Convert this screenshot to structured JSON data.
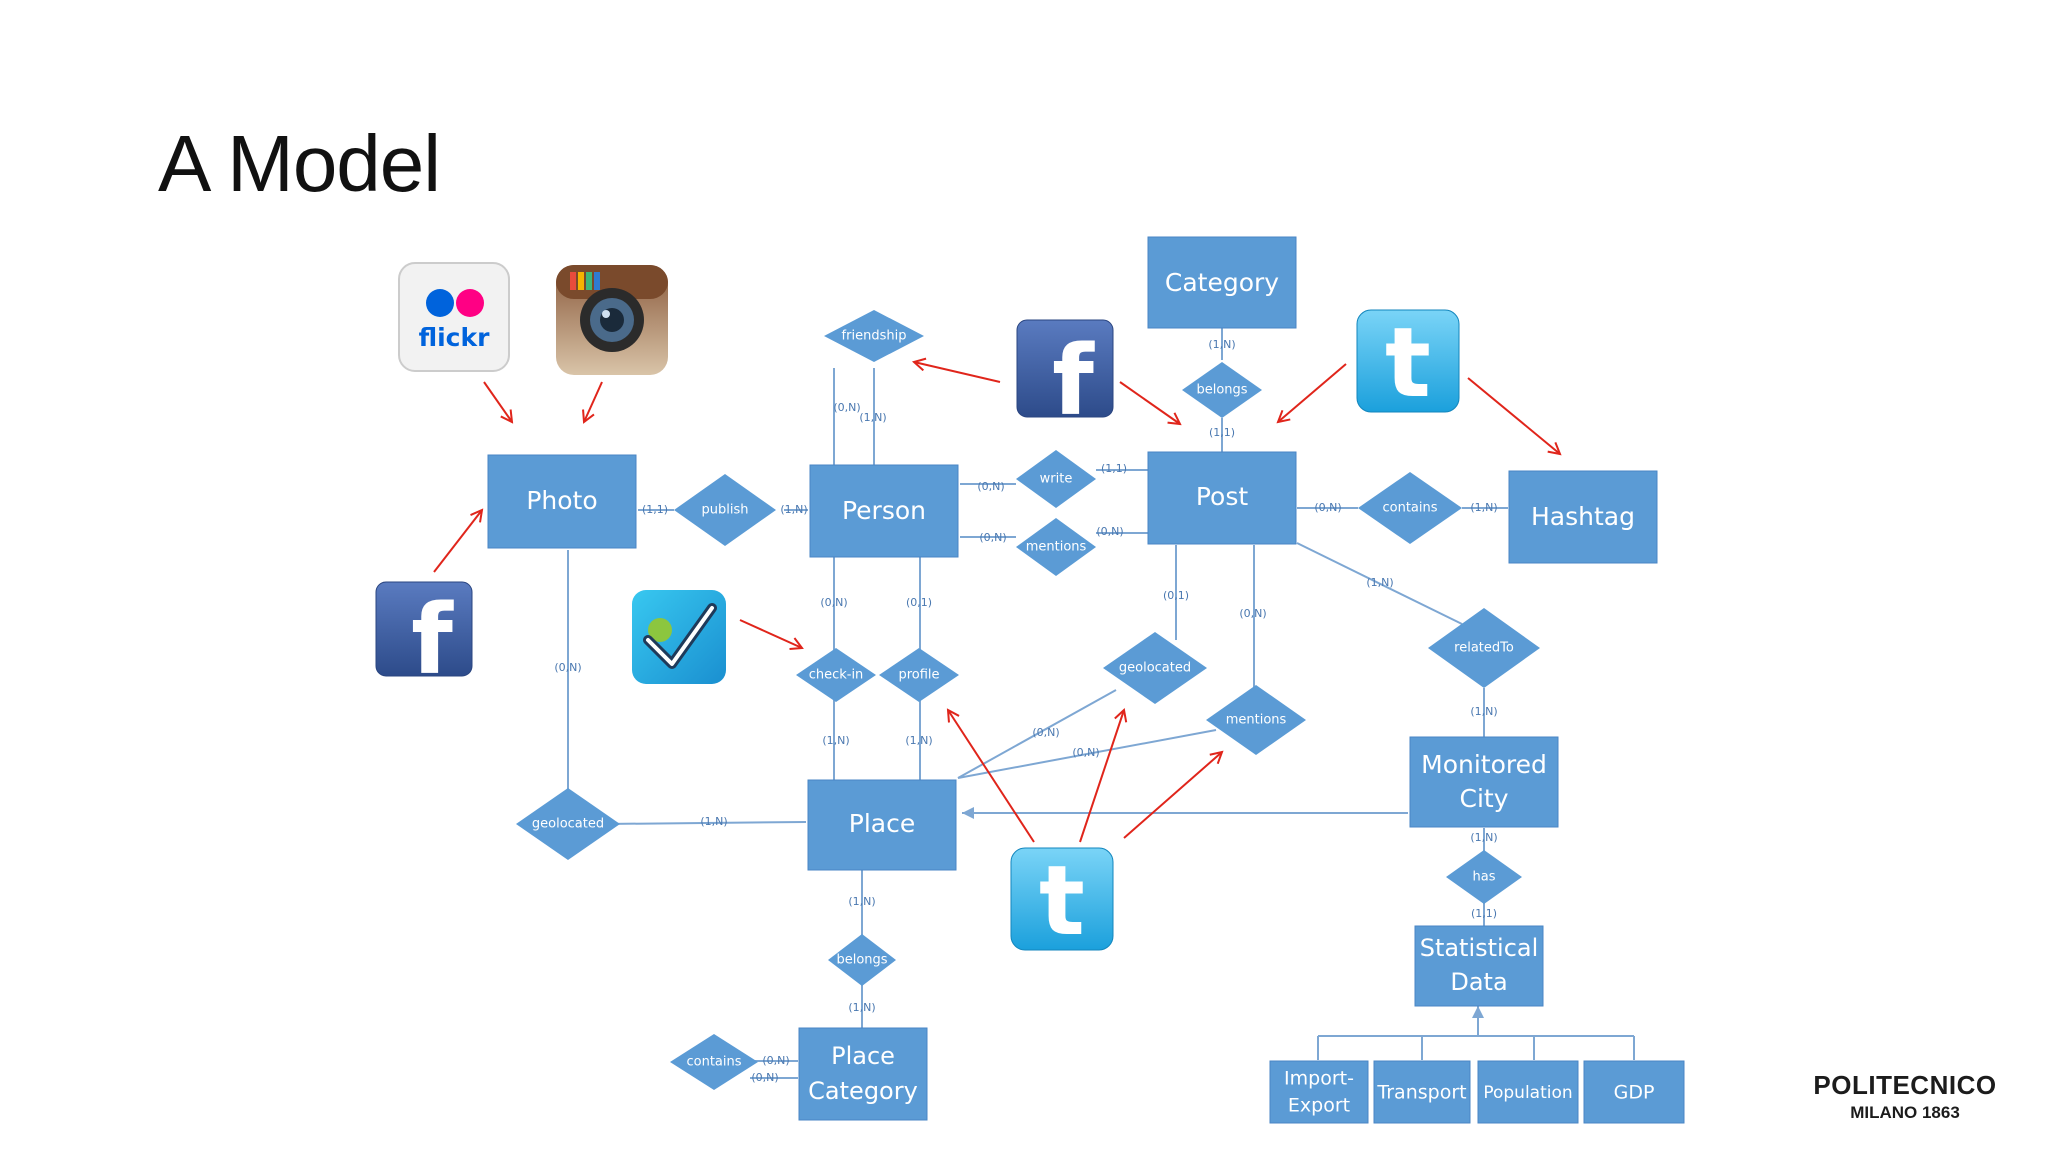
{
  "title": "A Model",
  "colors": {
    "entity_fill": "#5b9bd5",
    "entity_stroke": "#4a86c5",
    "line": "#7ea7d3",
    "arrow": "#e0251b",
    "card_text": "#4a78b0"
  },
  "entities": {
    "category": "Category",
    "photo": "Photo",
    "person": "Person",
    "post": "Post",
    "hashtag": "Hashtag",
    "place": "Place",
    "monitored_city_1": "Monitored",
    "monitored_city_2": "City",
    "statistical_data_1": "Statistical",
    "statistical_data_2": "Data",
    "place_category_1": "Place",
    "place_category_2": "Category",
    "import_export_1": "Import-",
    "import_export_2": "Export",
    "transport": "Transport",
    "population": "Population",
    "gdp": "GDP"
  },
  "relationships": {
    "friendship": "friendship",
    "belongs_post": "belongs",
    "publish": "publish",
    "write": "write",
    "mentions_person": "mentions",
    "contains_hashtag": "contains",
    "check_in": "check-in",
    "profile": "profile",
    "geolocated_post": "geolocated",
    "mentions_place": "mentions",
    "related_to": "relatedTo",
    "geolocated_photo": "geolocated",
    "has": "has",
    "belongs_place": "belongs",
    "contains_place_category": "contains"
  },
  "cardinalities": {
    "cat_belongs": "(1,N)",
    "belongs_post": "(1,1)",
    "friend_a": "(0,N)",
    "friend_b": "(1,N)",
    "photo_publish": "(1,1)",
    "publish_person": "(1,N)",
    "person_write": "(0,N)",
    "write_post": "(1,1)",
    "person_mentions": "(0,N)",
    "mentions_post": "(0,N)",
    "post_contains": "(0,N)",
    "contains_hashtag": "(1,N)",
    "post_related": "(1,N)",
    "related_city": "(1,N)",
    "person_checkin": "(0,N)",
    "person_profile": "(0,1)",
    "checkin_place": "(1,N)",
    "profile_place": "(1,N)",
    "post_geolocated": "(0,1)",
    "post_mentions": "(0,N)",
    "place_geo_post": "(0,N)",
    "place_mentions": "(0,N)",
    "photo_geolocated": "(0,N)",
    "geolocated_place": "(1,N)",
    "city_has": "(1,N)",
    "has_stat": "(1,1)",
    "place_belongs": "(1,N)",
    "belongs_placecat": "(1,N)",
    "contains_a": "(0,N)",
    "contains_b": "(0,N)"
  },
  "icons": {
    "flickr": "flickr",
    "instagram": "instagram-camera-icon",
    "facebook": "f",
    "twitter": "t",
    "foursquare": "foursquare-check-icon"
  },
  "logo": {
    "main": "POLITECNICO",
    "sub": "MILANO 1863"
  }
}
